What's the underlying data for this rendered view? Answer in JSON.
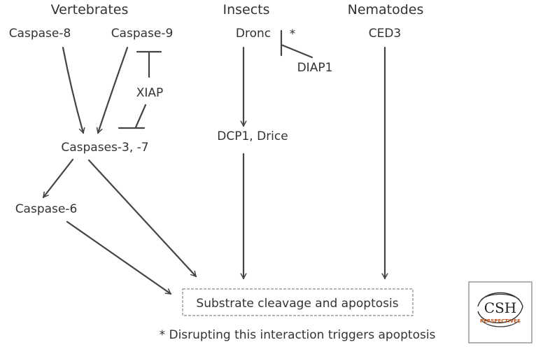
{
  "headers": {
    "vertebrates": "Vertebrates",
    "insects": "Insects",
    "nematodes": "Nematodes"
  },
  "nodes": {
    "caspase8": "Caspase-8",
    "caspase9": "Caspase-9",
    "xiap": "XIAP",
    "caspases37": "Caspases-3, -7",
    "caspase6": "Caspase-6",
    "dronc": "Dronc",
    "diap1": "DIAP1",
    "asterisk": "*",
    "dcp1_drice": "DCP1, Drice",
    "ced3": "CED3",
    "substrate": "Substrate cleavage and apoptosis"
  },
  "footnote": "* Disrupting this interaction triggers apoptosis",
  "logo": {
    "text": "CSH",
    "subtext": "PERSPECTIVES",
    "accent_color": "#c0571f"
  },
  "colors": {
    "ink": "#333333",
    "box_border": "#888888"
  }
}
